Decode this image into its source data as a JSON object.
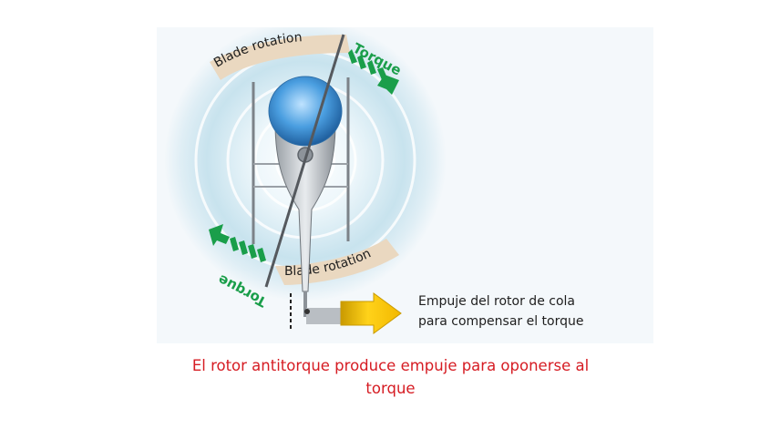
{
  "diagram": {
    "labels": {
      "blade_rotation_top": "Blade rotation",
      "blade_rotation_bottom": "Blade rotation",
      "torque_top": "Torque",
      "torque_bottom": "Torque",
      "tail_thrust_line1": "Empuje del rotor de cola",
      "tail_thrust_line2": "para compensar el torque"
    },
    "colors": {
      "torque_green": "#1a9e4a",
      "band": "#ead8c0",
      "thrust_arrow": "#f2c200",
      "caption_red": "#d61c23",
      "cockpit_blue": "#3d8fd6"
    }
  },
  "caption": {
    "line1": "El rotor antitorque produce empuje para oponerse al",
    "line2": "torque"
  }
}
